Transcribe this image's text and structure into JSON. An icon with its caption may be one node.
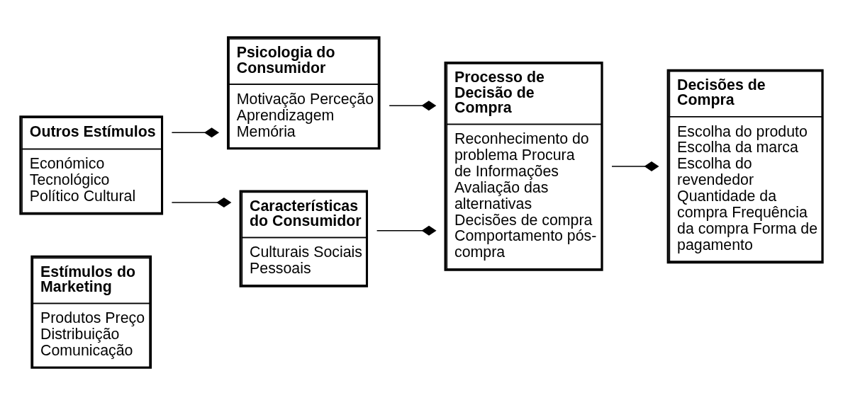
{
  "diagram": {
    "nodes": [
      {
        "text": [
          "Estímulos do Marketing",
          "Produtos Preço Distribuição Comunicação"
        ]
      },
      {
        "text": [
          "Outros Estímulos",
          "Económico Tecnológico Político Cultural"
        ]
      },
      {
        "text": [
          "Psicologia do Consumidor",
          "Motivação Perceção Aprendizagem Memória"
        ]
      },
      {
        "text": [
          "Características do Consumidor",
          "Culturais Sociais Pessoais"
        ]
      },
      {
        "text": [
          "Processo de Decisão de Compra",
          "Reconhecimento do problema Procura de Informações Avaliação das alternativas Decisões de compra Comportamento pós-compra"
        ]
      },
      {
        "text": [
          "Decisões de Compra",
          "Escolha do produto Escolha da marca Escolha do revendedor Quantidade da compra Frequência da compra Forma de pagamento"
        ]
      }
    ],
    "edges": [
      {
        "from": 1,
        "to": 2,
        "arrow": "other"
      },
      {
        "from": 1,
        "to": 3,
        "arrow": "other"
      },
      {
        "from": 2,
        "to": 4,
        "arrow": "other"
      },
      {
        "from": 3,
        "to": 4,
        "arrow": "other"
      },
      {
        "from": 4,
        "to": 5,
        "arrow": "other"
      }
    ]
  }
}
